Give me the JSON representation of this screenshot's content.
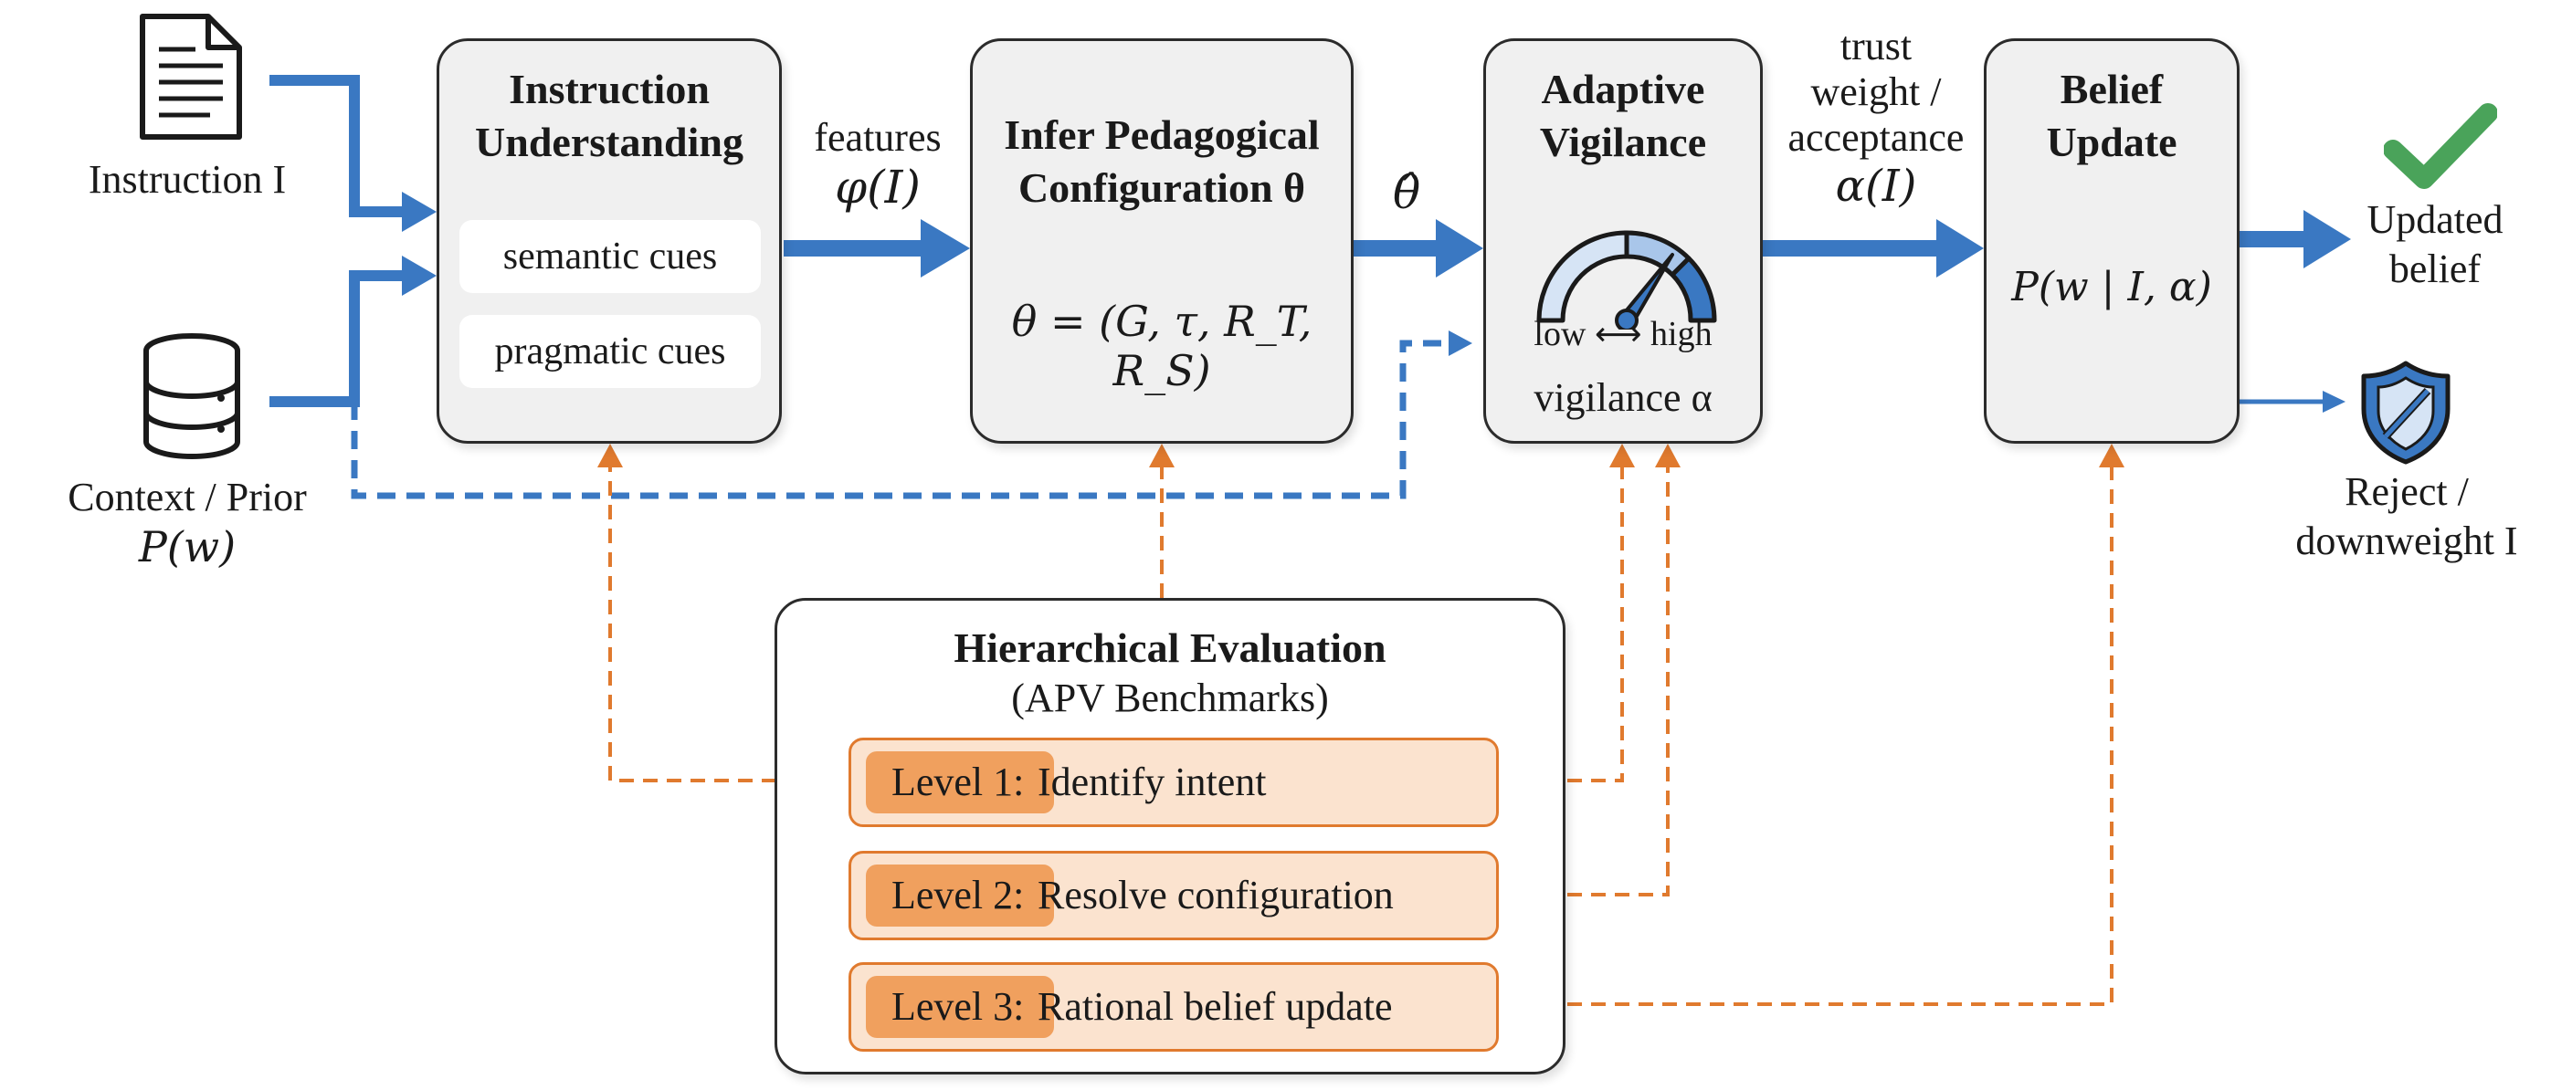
{
  "inputs": {
    "instruction_label": "Instruction I",
    "context_label_line1": "Context / Prior",
    "context_label_line2": "P(w)"
  },
  "instruction_understanding": {
    "title_line1": "Instruction",
    "title_line2": "Understanding",
    "cue1": "semantic cues",
    "cue2": "pragmatic cues"
  },
  "edge_features": {
    "line1": "features",
    "line2": "φ(I)"
  },
  "infer_config": {
    "title_line1": "Infer Pedagogical",
    "title_line2": "Configuration θ",
    "formula": "θ = (G, τ, R_T, R_S)"
  },
  "edge_theta_hat": "θ̂",
  "adaptive_vigilance": {
    "title_line1": "Adaptive",
    "title_line2": "Vigilance",
    "low": "low",
    "arrow": "⟷",
    "high": "high",
    "vigilance_label": "vigilance α"
  },
  "edge_trust": {
    "line1": "trust",
    "line2": "weight /",
    "line3": "acceptance",
    "line4": "α(I)"
  },
  "belief_update": {
    "title_line1": "Belief",
    "title_line2": "Update",
    "formula": "P(w | I, α)"
  },
  "outputs": {
    "updated_line1": "Updated",
    "updated_line2": "belief",
    "reject_line1": "Reject /",
    "reject_line2": "downweight I"
  },
  "evaluation": {
    "title": "Hierarchical Evaluation",
    "subtitle": "(APV Benchmarks)",
    "levels": [
      {
        "tag": "Level 1:",
        "text": "Identify intent"
      },
      {
        "tag": "Level 2:",
        "text": "Resolve configuration"
      },
      {
        "tag": "Level 3:",
        "text": "Rational belief update"
      }
    ]
  },
  "colors": {
    "blue_arrow": "#3a78c2",
    "orange_dashed": "#e07a2e",
    "check_green": "#4aa35a",
    "shield_blue": "#2f6cb8",
    "box_fill": "#f0f0f0"
  },
  "icons": [
    "document-icon",
    "database-icon",
    "gauge-icon",
    "checkmark-icon",
    "shield-icon"
  ]
}
